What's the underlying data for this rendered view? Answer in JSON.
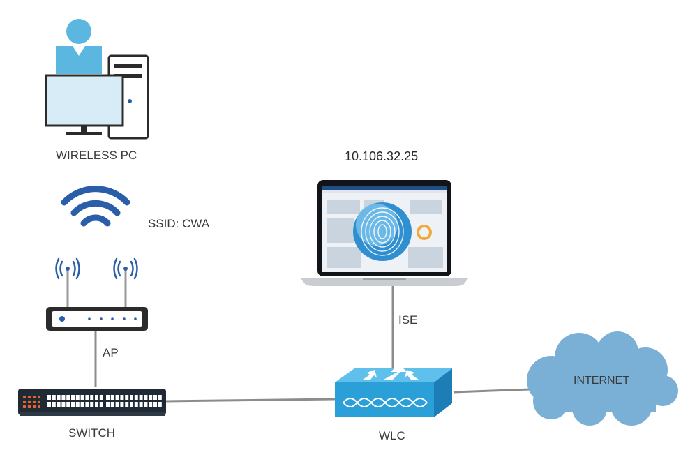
{
  "nodes": {
    "wireless_pc": {
      "label": "WIRELESS PC",
      "icon": "desktop-user-icon"
    },
    "ssid": {
      "label": "SSID: CWA",
      "icon": "wifi-icon"
    },
    "ap": {
      "label": "AP",
      "icon": "access-point-icon"
    },
    "switch": {
      "label": "SWITCH",
      "icon": "switch-icon"
    },
    "wlc": {
      "label": "WLC",
      "icon": "wireless-controller-icon"
    },
    "ise": {
      "label": "ISE",
      "ip": "10.106.32.25",
      "icon": "laptop-ise-icon"
    },
    "internet": {
      "label": "INTERNET",
      "icon": "cloud-icon"
    }
  },
  "colors": {
    "accent_blue": "#2b5ea8",
    "light_blue": "#5bb6e0",
    "wlc_blue": "#2a9fd8",
    "cloud_blue": "#7ab0d6",
    "link_gray": "#8a8a8a"
  }
}
